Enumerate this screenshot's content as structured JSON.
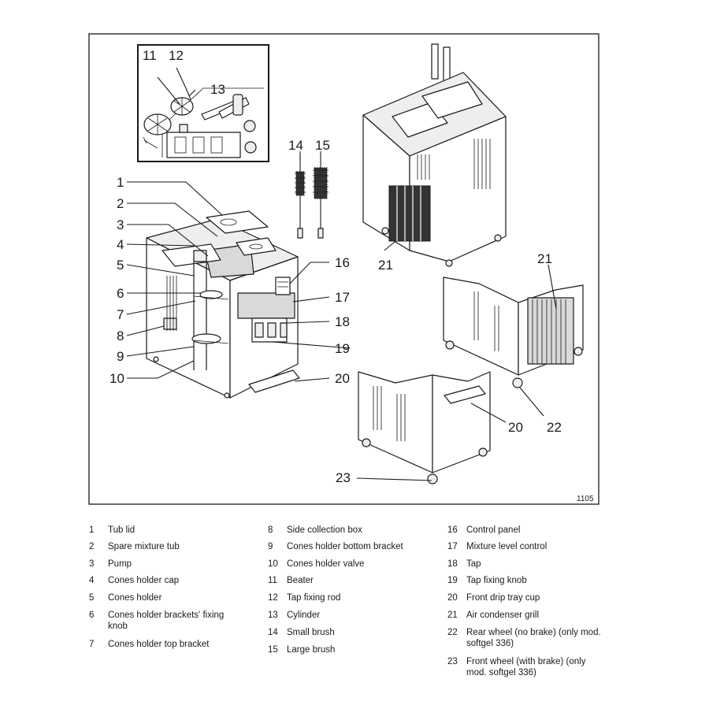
{
  "figure": {
    "number": "1105",
    "callouts": [
      "1",
      "2",
      "3",
      "4",
      "5",
      "6",
      "7",
      "8",
      "9",
      "10",
      "11",
      "12",
      "13",
      "14",
      "15",
      "16",
      "17",
      "18",
      "19",
      "20",
      "20",
      "21",
      "21",
      "22",
      "23"
    ]
  },
  "legend": {
    "columns": [
      [
        {
          "num": "1",
          "text": "Tub lid"
        },
        {
          "num": "2",
          "text": "Spare mixture tub"
        },
        {
          "num": "3",
          "text": "Pump"
        },
        {
          "num": "4",
          "text": "Cones holder cap"
        },
        {
          "num": "5",
          "text": "Cones holder"
        },
        {
          "num": "6",
          "text": "Cones holder brackets' fixing knob"
        },
        {
          "num": "7",
          "text": "Cones holder top bracket"
        }
      ],
      [
        {
          "num": "8",
          "text": "Side collection box"
        },
        {
          "num": "9",
          "text": "Cones holder bottom bracket"
        },
        {
          "num": "10",
          "text": "Cones holder valve"
        },
        {
          "num": "11",
          "text": "Beater"
        },
        {
          "num": "12",
          "text": "Tap fixing rod"
        },
        {
          "num": "13",
          "text": "Cylinder"
        },
        {
          "num": "14",
          "text": "Small brush"
        },
        {
          "num": "15",
          "text": "Large brush"
        }
      ],
      [
        {
          "num": "16",
          "text": "Control panel"
        },
        {
          "num": "17",
          "text": "Mixture level control"
        },
        {
          "num": "18",
          "text": "Tap"
        },
        {
          "num": "19",
          "text": "Tap fixing knob"
        },
        {
          "num": "20",
          "text": "Front drip tray cup"
        },
        {
          "num": "21",
          "text": "Air condenser grill"
        },
        {
          "num": "22",
          "text": "Rear wheel (no brake) (only mod. softgel 336)"
        },
        {
          "num": "23",
          "text": "Front wheel (with brake) (only mod. softgel 336)"
        }
      ]
    ]
  }
}
